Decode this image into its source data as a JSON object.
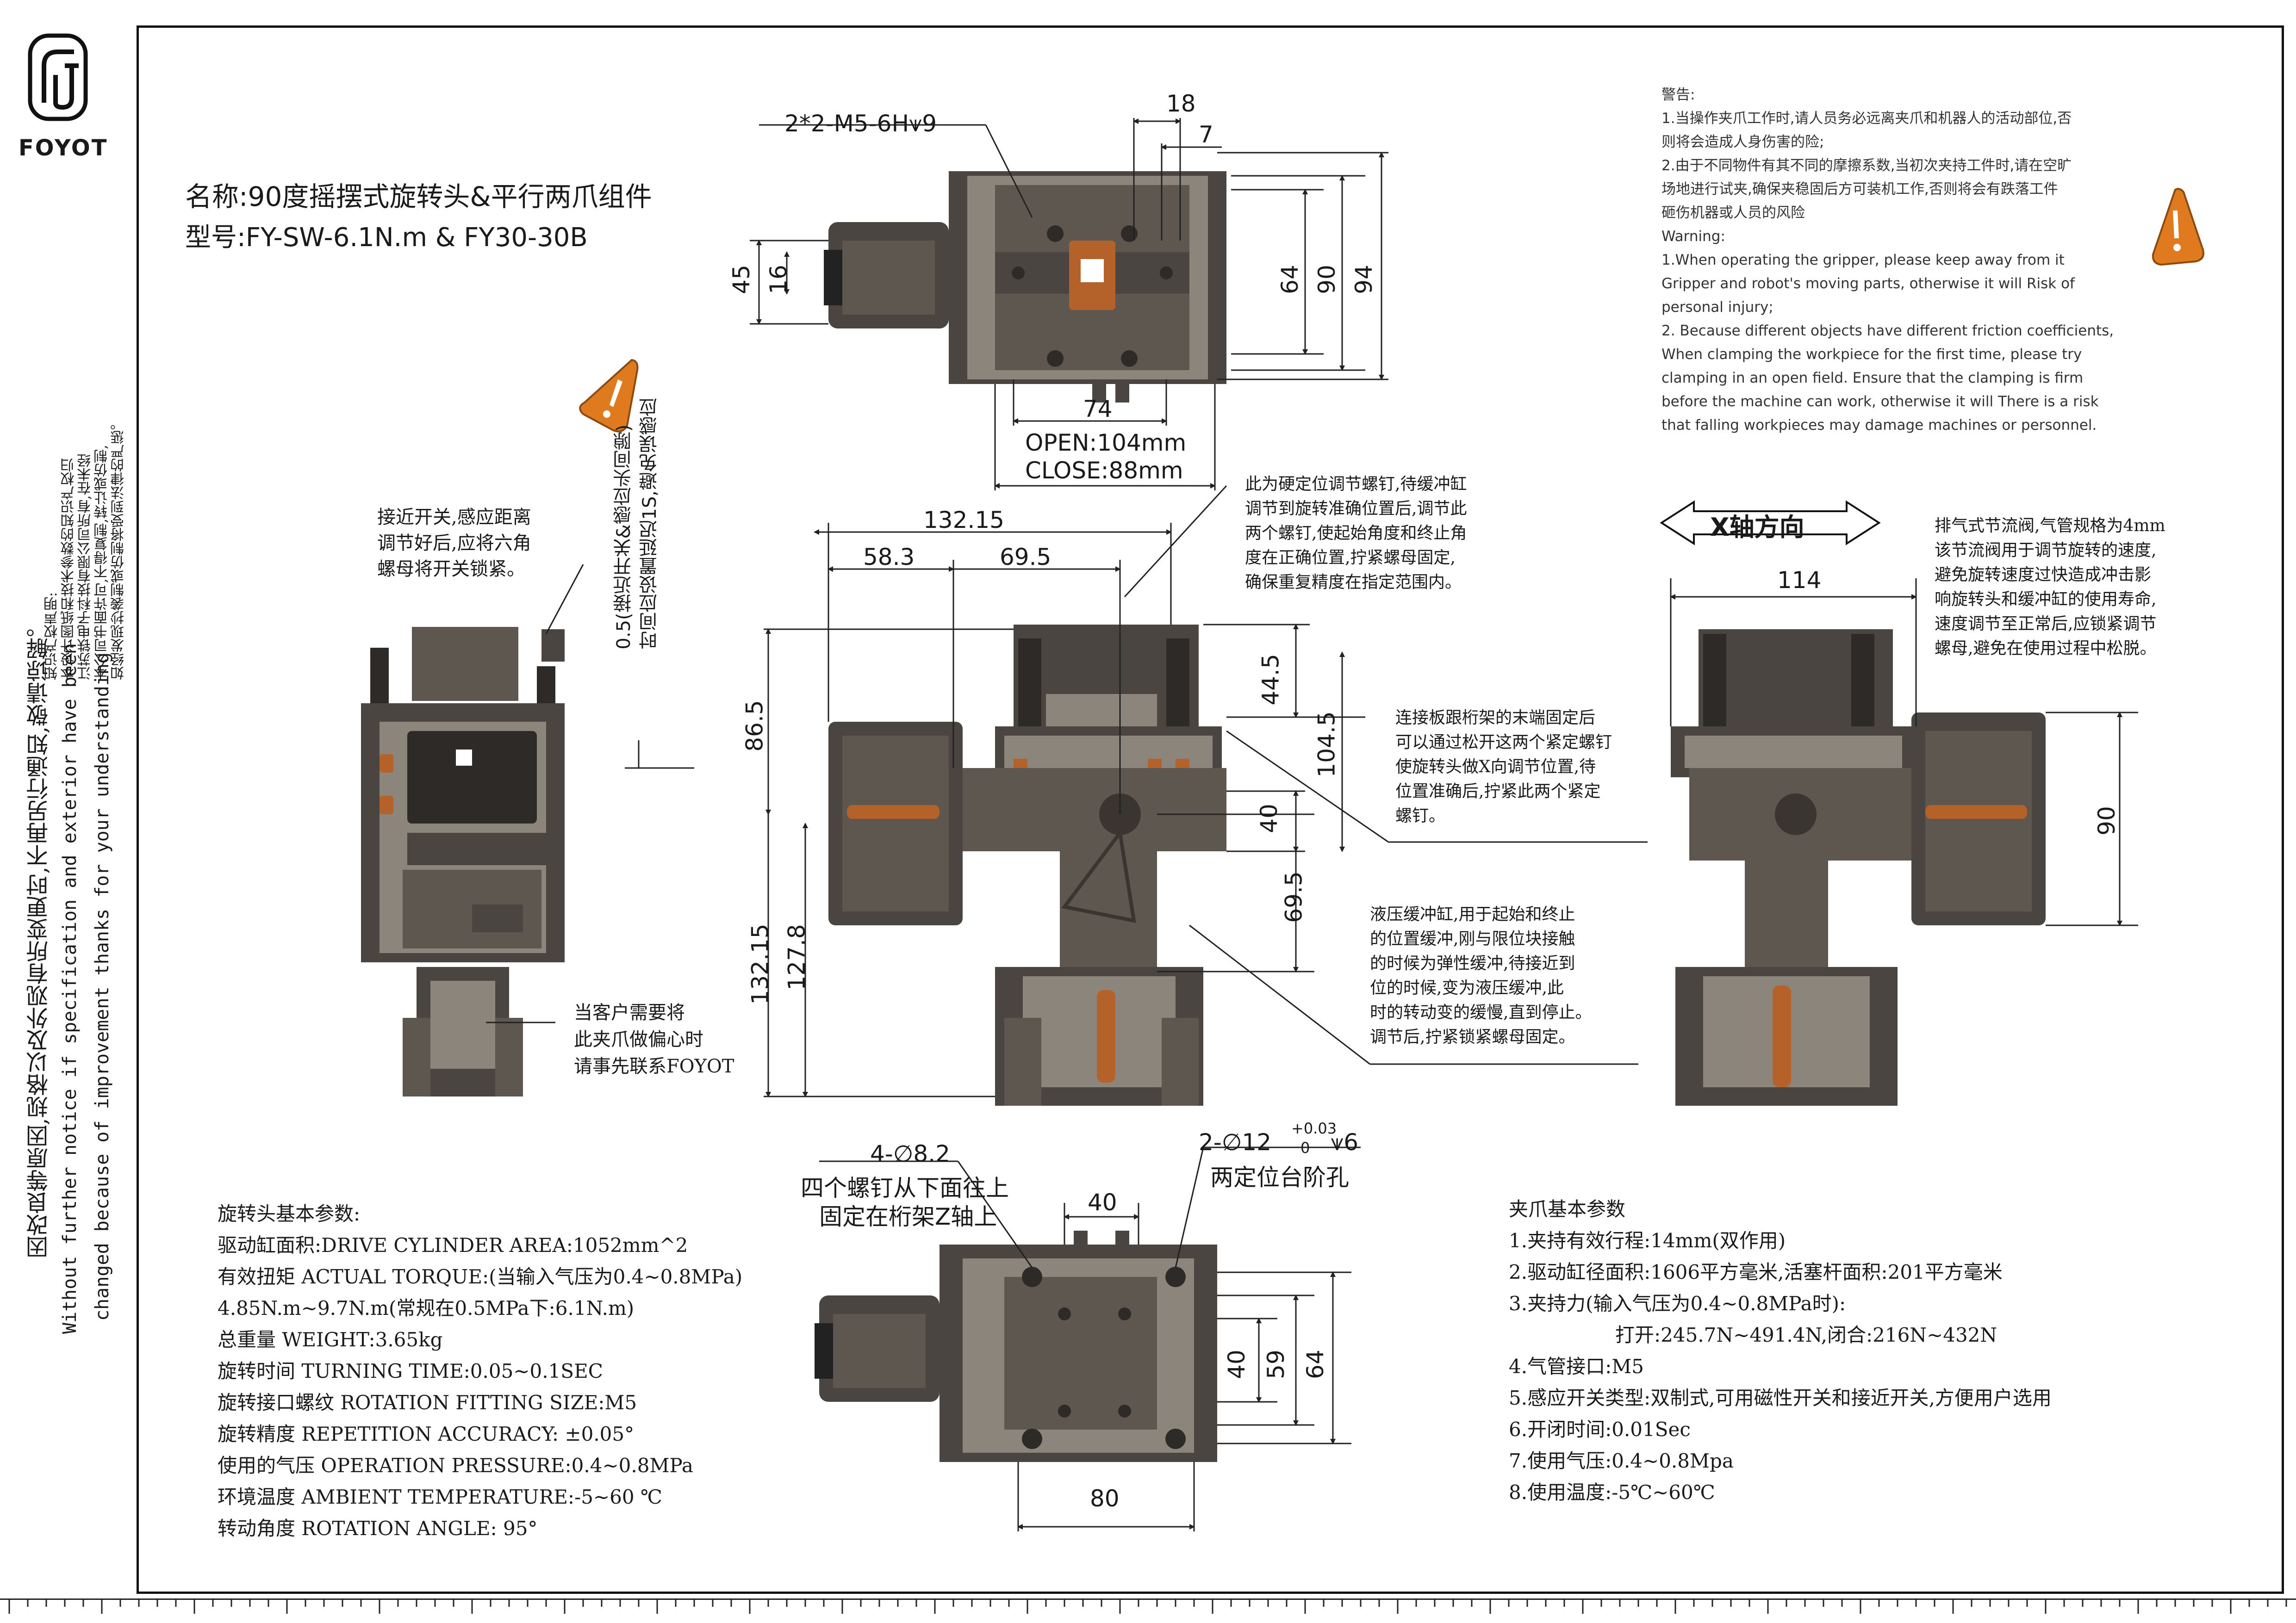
{
  "brand": {
    "name": "FOYOT",
    "logo_icon": "foyot-logo-icon"
  },
  "left_notes": {
    "copyright": [
      "知识产权声明:",
      "本设计图纸和技术参数的知识产权归",
      "江苏铁电子科技有限公司所有,在未经",
      "本公司书面许可,不得复制,转让或仿制,",
      "如经发现抄袭制或仿制将受到法律的严惩。"
    ],
    "change_notice_cn": "因改良等原因,规格以及外观有所变更时,不再另行通知,敬请谅解。",
    "change_notice_en_1": "Without further notice if specification and exterior have been",
    "change_notice_en_2": "changed because of improvement thanks for your understanding"
  },
  "title": {
    "name": "名称:90度摇摆式旋转头&平行两爪组件",
    "model": "型号:FY-SW-6.1N.m & FY30-30B"
  },
  "warning": {
    "icon": "warning-icon",
    "lines": [
      "警告:",
      "1.当操作夹爪工作时,请人员务必远离夹爪和机器人的活动部位,否",
      "则将会造成人身伤害的险;",
      "2.由于不同物件有其不同的摩擦系数,当初次夹持工件时,请在空旷",
      "场地进行试夹,确保夹稳固后方可装机工作,否则将会有跌落工件",
      "砸伤机器或人员的风险",
      "Warning:",
      "1.When operating the gripper, please keep away from it",
      "Gripper and robot's moving parts, otherwise it will Risk of",
      "personal injury;",
      "2. Because different objects have different friction coefficients,",
      "When clamping the workpiece for the first time, please try",
      "clamping in an open field. Ensure that the clamping is firm",
      "before the machine can work, otherwise it will There is a risk",
      "that falling workpieces may damage machines or personnel."
    ]
  },
  "top_view": {
    "thread_callout": "2*2-M5-6H⩛9",
    "dims": {
      "d18": "18",
      "d7": "7",
      "d45": "45",
      "d16": "16",
      "d64": "64",
      "d90": "90",
      "d94": "94",
      "d74": "74"
    },
    "open": "OPEN:104mm",
    "close": "CLOSE:88mm"
  },
  "front_view": {
    "dims": {
      "w132": "132.15",
      "w58": "58.3",
      "w69": "69.5",
      "h86": "86.5",
      "h44": "44.5",
      "h104": "104.5",
      "h40": "40",
      "h69": "69.5",
      "h132": "132.15",
      "h127": "127.8"
    },
    "stop_bolt_note": [
      "此为硬定位调节螺钉,待缓冲缸",
      "调节到旋转准确位置后,调节此",
      "两个螺钉,使起始角度和终止角",
      "度在正确位置,拧紧螺母固定,",
      "确保重复精度在指定范围内。"
    ],
    "connect_plate_note": [
      "连接板跟桁架的末端固定后",
      "可以通过松开这两个紧定螺钉",
      "使旋转头做X向调节位置,待",
      "位置准确后,拧紧此两个紧定",
      "螺钉。"
    ],
    "hydraulic_note": [
      "液压缓冲缸,用于起始和终止",
      "的位置缓冲,刚与限位块接触",
      "的时候为弹性缓冲,待接近到",
      "位的时候,变为液压缓冲,此",
      "时的转动变的缓慢,直到停止。",
      "调节后,拧紧锁紧螺母固定。"
    ]
  },
  "side_view": {
    "sensor_note": [
      "接近开关,感应距离",
      "调节好后,应将六角",
      "螺母将开关锁紧。"
    ],
    "sensor_gap_note": [
      "0.5(接近开关&感应头间隙)",
      "时间应设置延迟1S,避免误感应"
    ],
    "eccentric_note": [
      "当客户需要将",
      "此夹爪做偏心时",
      "请事先联系FOYOT"
    ]
  },
  "right_view": {
    "axis_label": "X轴方向",
    "dims": {
      "w114": "114",
      "h90": "90"
    },
    "throttle_note": [
      "排气式节流阀,气管规格为4mm",
      "该节流阀用于调节旋转的速度,",
      "避免旋转速度过快造成冲击影",
      "响旋转头和缓冲缸的使用寿命,",
      "速度调节至正常后,应锁紧调节",
      "螺母,避免在使用过程中松脱。"
    ]
  },
  "bottom_view": {
    "holes_callout": "4-∅8.2",
    "holes_note_1": "四个螺钉从下面往上",
    "holes_note_2": "固定在桁架Z轴上",
    "pin_callout": "2-∅12",
    "pin_tol_upper": "+0.03",
    "pin_tol_lower": "0",
    "pin_depth": "⩛6",
    "pin_note": "两定位台阶孔",
    "dims": {
      "w40": "40",
      "h40": "40",
      "h59": "59",
      "h64": "64",
      "w80": "80"
    }
  },
  "rotary_params": {
    "heading": "旋转头基本参数:",
    "lines": [
      "驱动缸面积:DRIVE CYLINDER AREA:1052mm^2",
      "有效扭矩 ACTUAL TORQUE:(当输入气压为0.4~0.8MPa)",
      "4.85N.m~9.7N.m(常规在0.5MPa下:6.1N.m)",
      "总重量 WEIGHT:3.65kg",
      "旋转时间 TURNING TIME:0.05~0.1SEC",
      "旋转接口螺纹 ROTATION FITTING SIZE:M5",
      "旋转精度 REPETITION ACCURACY: ±0.05°",
      "使用的气压 OPERATION PRESSURE:0.4~0.8MPa",
      "环境温度 AMBIENT TEMPERATURE:-5~60 ℃",
      "转动角度 ROTATION ANGLE: 95°"
    ]
  },
  "gripper_params": {
    "heading": "夹爪基本参数",
    "lines": [
      "1.夹持有效行程:14mm(双作用)",
      "2.驱动缸径面积:1606平方毫米,活塞杆面积:201平方毫米",
      "3.夹持力(输入气压为0.4~0.8MPa时):",
      "打开:245.7N~491.4N,闭合:216N~432N",
      "4.气管接口:M5",
      "5.感应开关类型:双制式,可用磁性开关和接近开关,方便用户选用",
      "6.开闭时间:0.01Sec",
      "7.使用气压:0.4~0.8Mpa",
      "8.使用温度:-5℃~60℃"
    ]
  }
}
